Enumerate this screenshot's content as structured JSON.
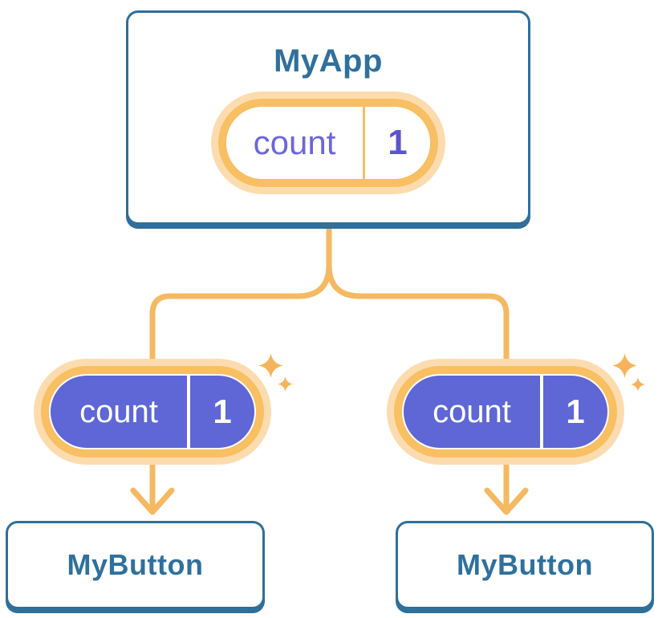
{
  "diagram": {
    "description": "React component tree passing state down",
    "root_card": {
      "title": "MyApp",
      "state_name": "count",
      "state_value": "1"
    },
    "left_child": {
      "title": "MyButton",
      "state_name": "count",
      "state_value": "1"
    },
    "right_child": {
      "title": "MyButton",
      "state_name": "count",
      "state_value": "1"
    }
  },
  "colors": {
    "card_border_blue": "#2E6F9B",
    "title_text_blue": "#2F709D",
    "pill_border_orange": "#F8BF63",
    "pill_glow_orange": "#FCDCAF",
    "connector_orange": "#F5B962",
    "sparkle_orange": "#F5B45B",
    "state_fill_purple": "#5F66D5",
    "state_name_purple": "#6C66DA",
    "state_value_purple": "#5B55CE"
  }
}
